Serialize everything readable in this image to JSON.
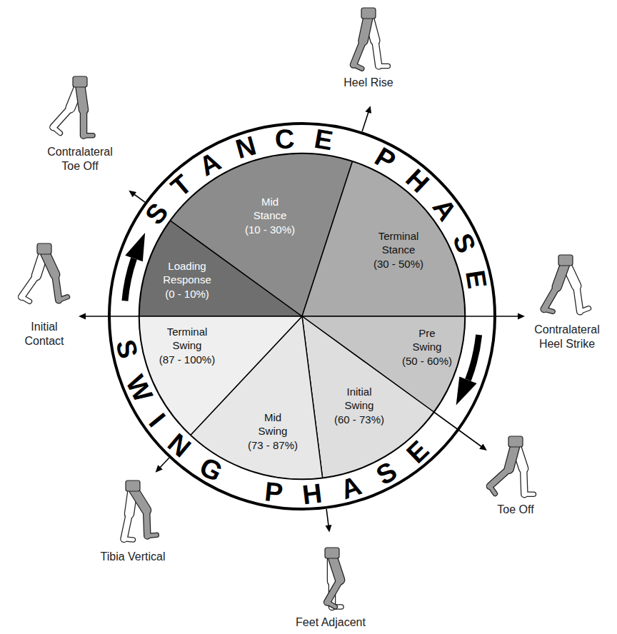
{
  "diagram": {
    "nodes": [
      {
        "text": [
          "Loading Response",
          "(0 - 10%)"
        ]
      },
      {
        "text": [
          "Mid Stance",
          "(10 - 30%)"
        ]
      },
      {
        "text": [
          "Terminal Stance",
          "(30 - 50%)"
        ]
      },
      {
        "text": [
          "Pre Swing",
          "(50 - 60%)"
        ]
      },
      {
        "text": [
          "Initial Swing",
          "(60 - 73%)"
        ]
      },
      {
        "text": [
          "Mid Swing",
          "(73 - 87%)"
        ]
      },
      {
        "text": [
          "Terminal Swing",
          "(87 - 100%)"
        ]
      }
    ],
    "labels": [
      "STANCE PHASE",
      "SWING PHASE",
      "Heel Rise",
      "Contralateral Toe Off",
      "Initial Contact",
      "Contralateral Heel Strike",
      "Toe Off",
      "Feet Adjacent",
      "Tibia Vertical"
    ]
  }
}
